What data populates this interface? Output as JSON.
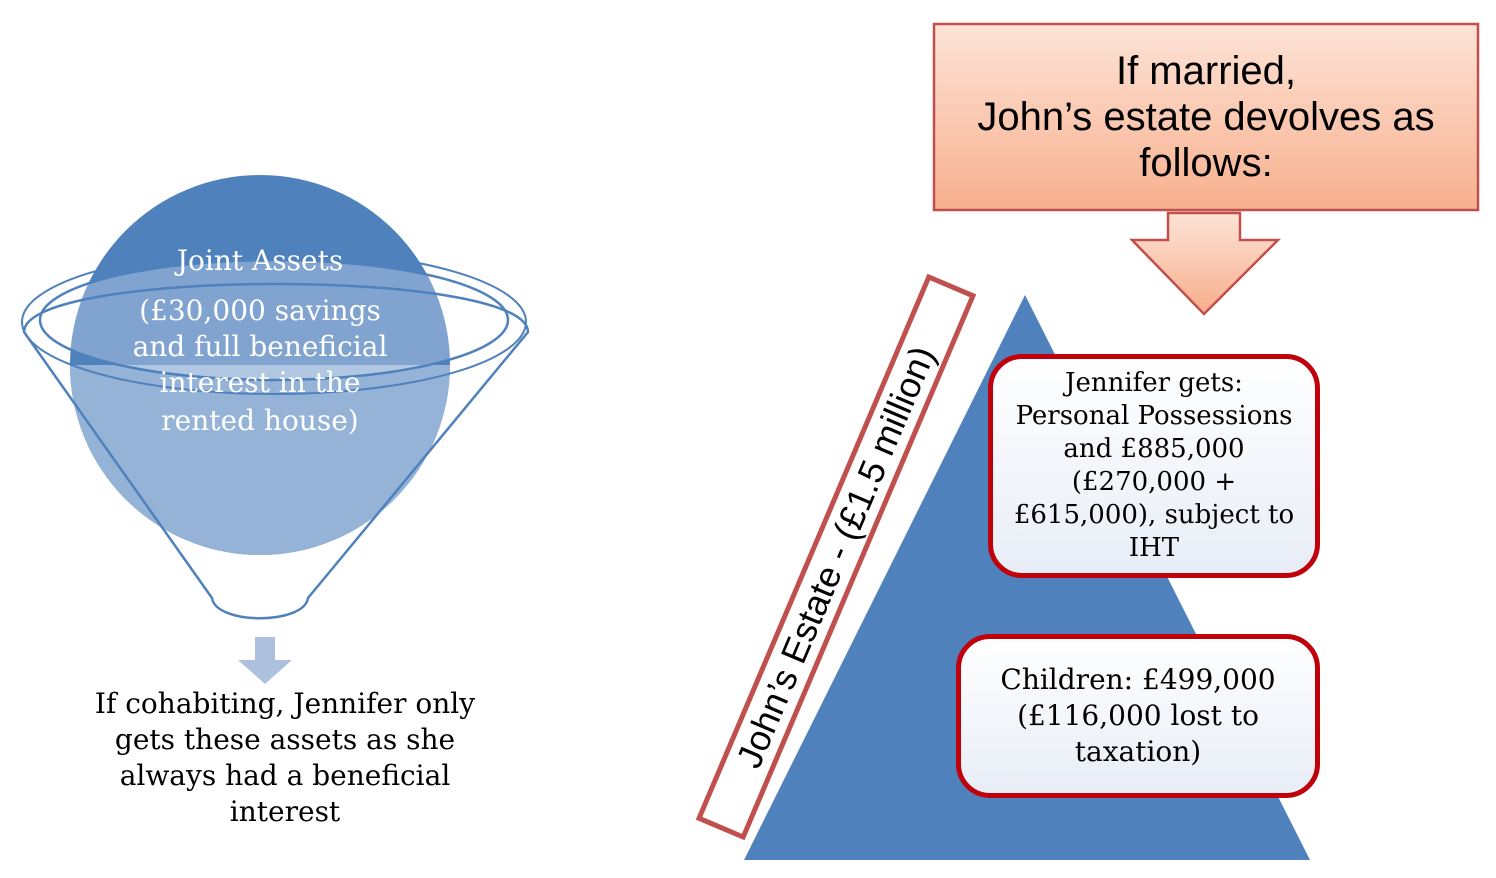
{
  "funnel": {
    "title": "Joint Assets",
    "line1": "(£30,000 savings",
    "line2": "and full beneficial",
    "line3": "interest in the",
    "line4": "rented house)"
  },
  "cohabiting_note": {
    "line1": "If cohabiting, Jennifer only",
    "line2": "gets these assets as she",
    "line3": "always had a beneficial",
    "line4": "interest"
  },
  "callout": {
    "line1": "If married,",
    "line2": "John’s estate devolves as",
    "line3": "follows:"
  },
  "estate_label": "John’s Estate - (£1.5 million)",
  "jennifer_box": {
    "line1": "Jennifer gets:",
    "line2": "Personal Possessions",
    "line3": "and £885,000",
    "line4": "(£270,000 +",
    "line5": "£615,000), subject to",
    "line6": "IHT"
  },
  "children_box": {
    "line1": "Children: £499,000",
    "line2": "(£116,000 lost to",
    "line3": "taxation)"
  },
  "colors": {
    "blue_dark": "#4f81bd",
    "blue_light": "#95b3d7",
    "callout_fill": "#f9c3aa",
    "callout_border": "#c0504d",
    "box_border": "#c0000b"
  }
}
